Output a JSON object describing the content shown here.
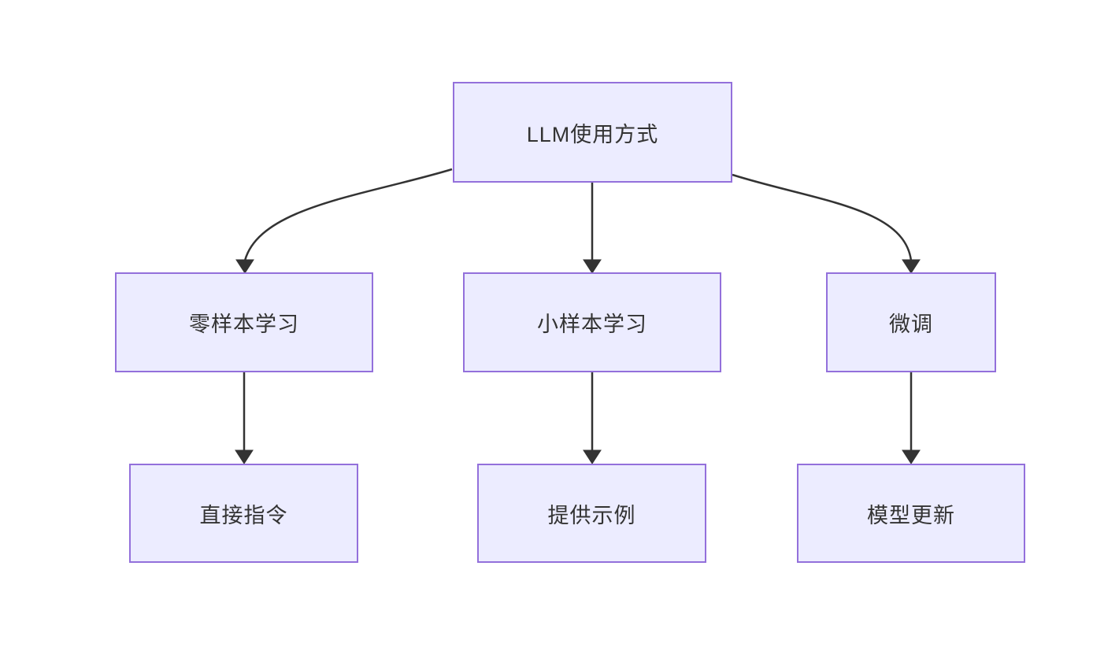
{
  "diagram": {
    "type": "flowchart",
    "direction": "top-down",
    "nodes": [
      {
        "id": "llm-usage",
        "label": "LLM使用方式"
      },
      {
        "id": "zero-shot-learning",
        "label": "零样本学习"
      },
      {
        "id": "few-shot-learning",
        "label": "小样本学习"
      },
      {
        "id": "fine-tuning",
        "label": "微调"
      },
      {
        "id": "direct-instruction",
        "label": "直接指令"
      },
      {
        "id": "provide-examples",
        "label": "提供示例"
      },
      {
        "id": "model-update",
        "label": "模型更新"
      }
    ],
    "edges": [
      {
        "from": "LLM使用方式",
        "to": "零样本学习"
      },
      {
        "from": "LLM使用方式",
        "to": "小样本学习"
      },
      {
        "from": "LLM使用方式",
        "to": "微调"
      },
      {
        "from": "零样本学习",
        "to": "直接指令"
      },
      {
        "from": "小样本学习",
        "to": "提供示例"
      },
      {
        "from": "微调",
        "to": "模型更新"
      }
    ],
    "colors": {
      "node_fill": "#ECECFF",
      "node_border": "#9370DB",
      "edge_stroke": "#333333",
      "text": "#333333",
      "background": "#FFFFFF"
    }
  }
}
